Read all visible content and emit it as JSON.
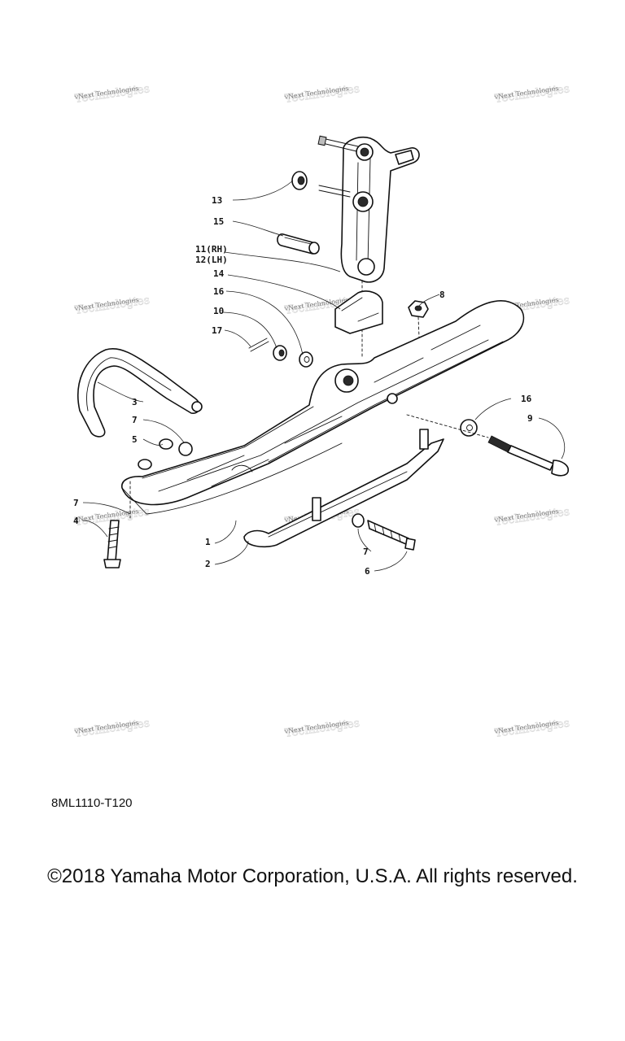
{
  "watermark": {
    "text": "vNext Technologies"
  },
  "callouts": [
    "1",
    "2",
    "3",
    "4",
    "5",
    "6",
    "7",
    "7",
    "7",
    "8",
    "9",
    "10",
    "11(RH)",
    "12(LH)",
    "13",
    "14",
    "15",
    "16",
    "16",
    "17"
  ],
  "diagram_code": "8ML1110-T120",
  "copyright": "©2018 Yamaha Motor Corporation, U.S.A. All rights reserved."
}
